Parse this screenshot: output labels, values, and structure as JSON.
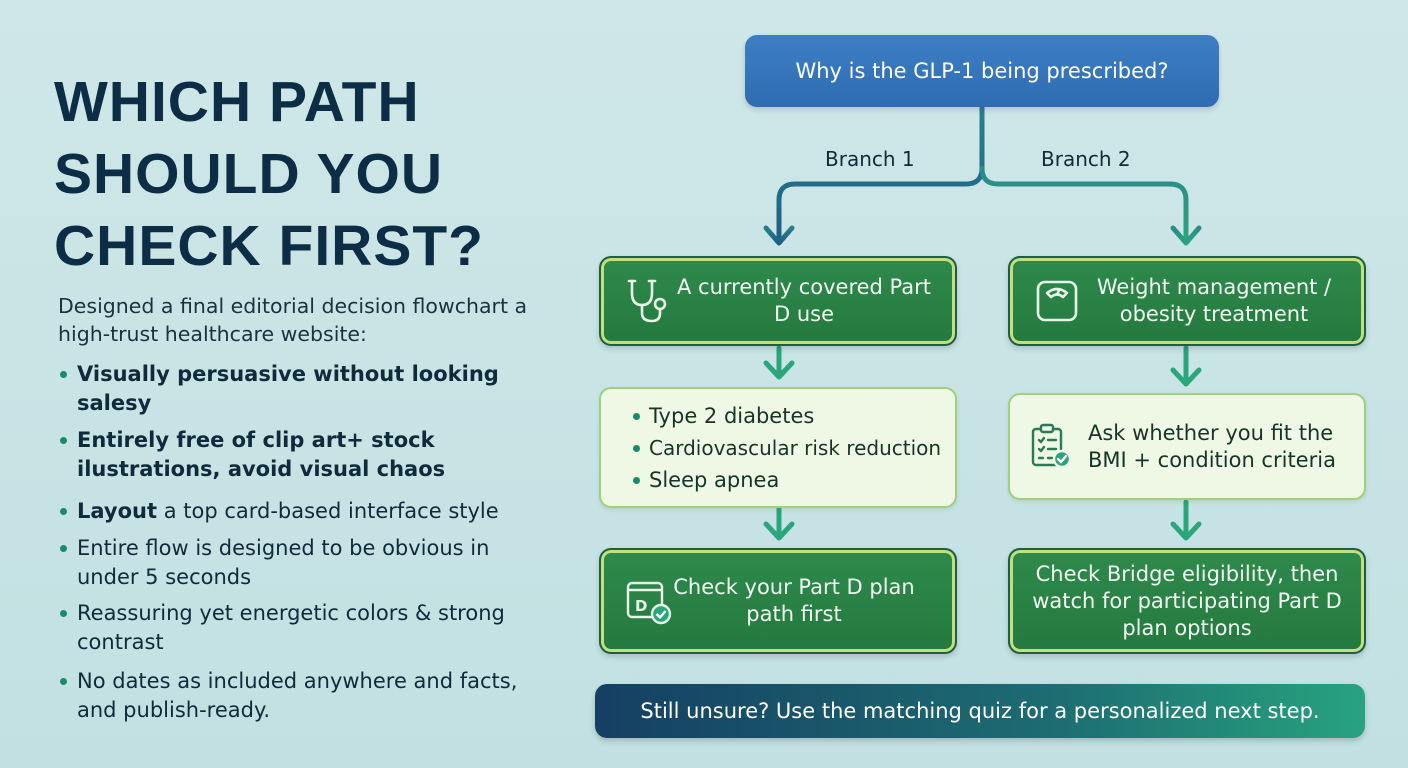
{
  "title_lines": [
    "WHICH PATH",
    "SHOULD YOU",
    "CHECK FIRST?"
  ],
  "intro": "Designed a final editorial decision flowchart a high-trust healthcare website:",
  "bullets": [
    {
      "text": "Visually persuasive without looking salesy"
    },
    {
      "text": "Entirely free of clip art+ stock ilustrations, avoid visual chaos"
    },
    {
      "lead": "Layout",
      "text": "a top card-based interface style"
    },
    {
      "text": "Entire flow is designed to be obvious in under 5 seconds"
    },
    {
      "text": "Reassuring yet energetic colors & strong contrast"
    },
    {
      "text": "No dates as included anywhere and facts, and publish-ready."
    }
  ],
  "flowchart": {
    "question": "Why is the GLP-1 being prescribed?",
    "branch1_label": "Branch 1",
    "branch2_label": "Branch 2",
    "branch1": {
      "header": "A currently covered Part D use",
      "header_icon": "stethoscope-icon",
      "conditions": [
        "Type 2 diabetes",
        "Cardiovascular risk reduction",
        "Sleep apnea"
      ],
      "action": "Check your Part D plan path first",
      "action_icon": "document-check-icon"
    },
    "branch2": {
      "header": "Weight management / obesity treatment",
      "header_icon": "scale-icon",
      "criteria": "Ask whether you fit the BMI + condition criteria",
      "criteria_icon": "clipboard-check-icon",
      "action": "Check Bridge eligibility, then watch for participating Part D plan options"
    },
    "footer": "Still unsure? Use the matching quiz for a personalized next step."
  },
  "colors": {
    "title": "#0c2d45",
    "question_bg": "#2f6cb2",
    "card_dark": "#2a8246",
    "card_light": "#eef8e4",
    "branch1_arrow": "#1f5f86",
    "branch2_arrow": "#2aa57c"
  }
}
